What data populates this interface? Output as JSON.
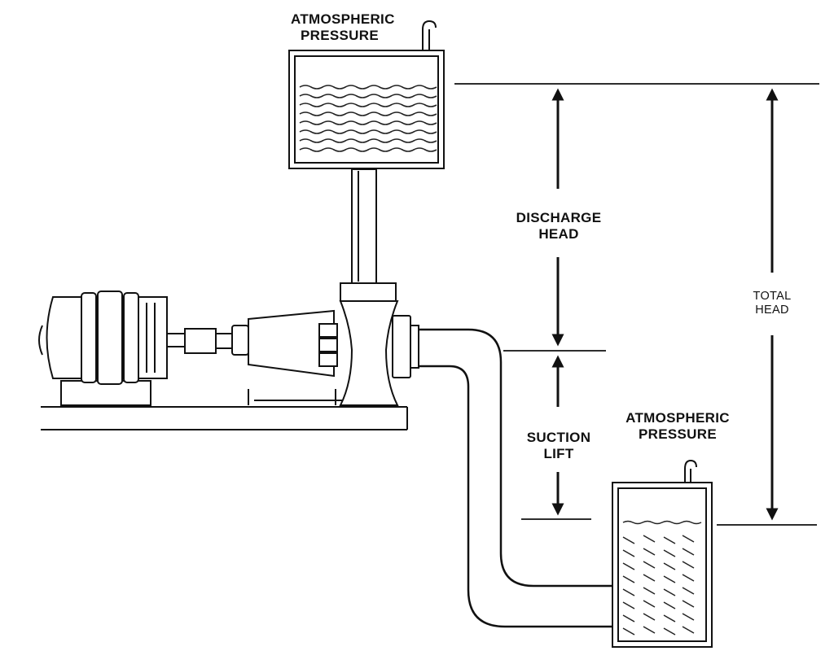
{
  "labels": {
    "upper_tank_pressure": [
      "ATMOSPHERIC",
      "PRESSURE"
    ],
    "lower_tank_pressure": [
      "ATMOSPHERIC",
      "PRESSURE"
    ],
    "discharge_head": [
      "DISCHARGE",
      "HEAD"
    ],
    "suction_lift": [
      "SUCTION",
      "LIFT"
    ],
    "total_head": [
      "TOTAL",
      "HEAD"
    ]
  },
  "colors": {
    "ink": "#111111",
    "paper": "#ffffff",
    "fill_light": "#f4f4f4"
  }
}
